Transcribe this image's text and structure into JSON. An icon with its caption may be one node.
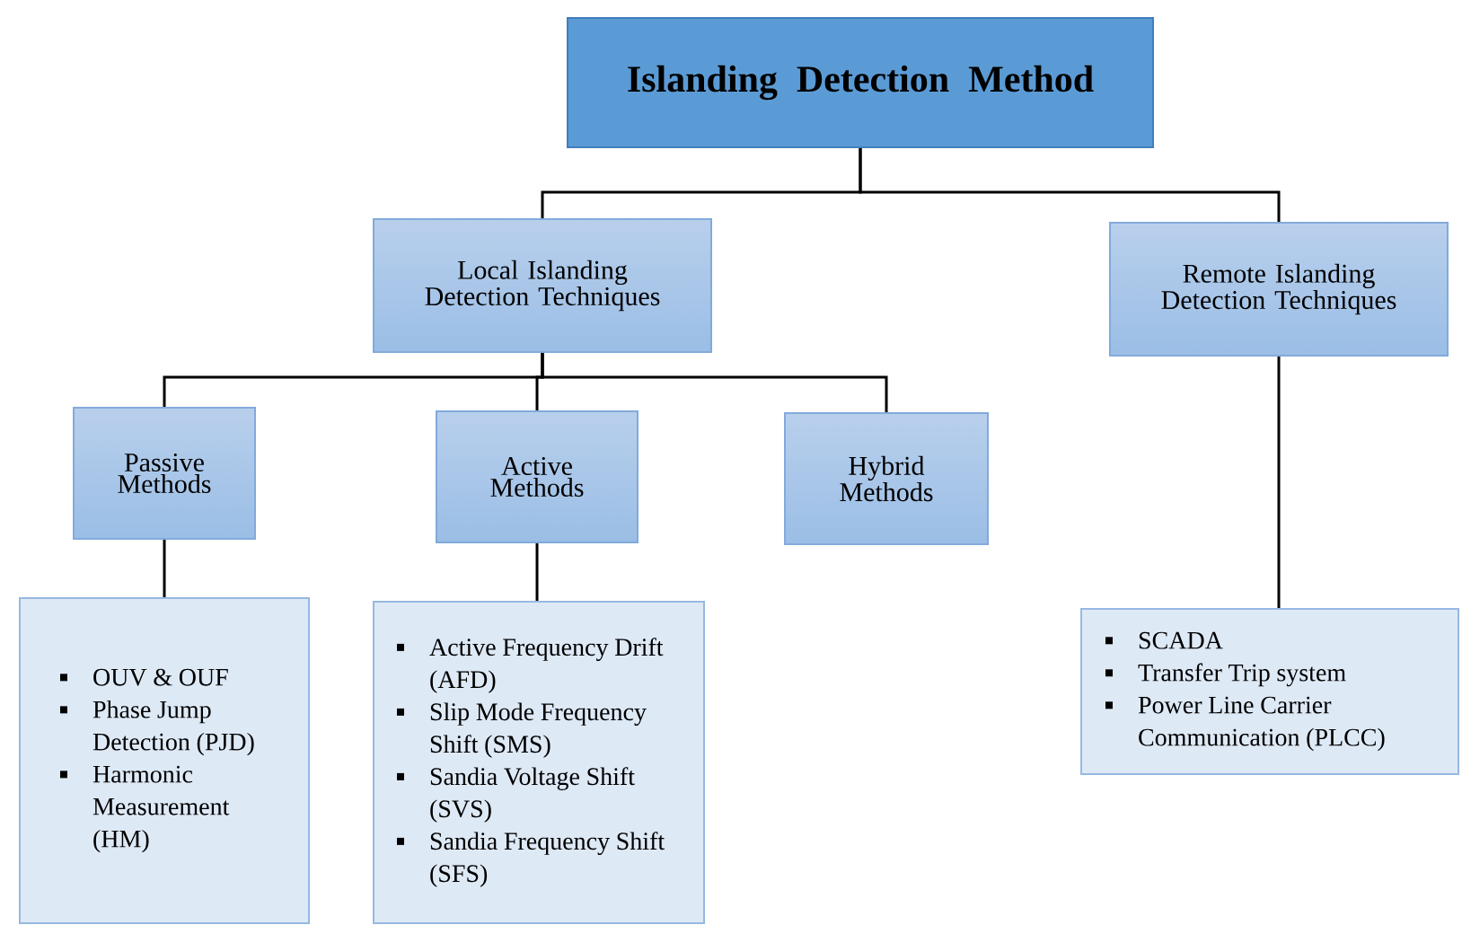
{
  "diagram": {
    "nodes": [
      {
        "text": [
          "Islanding Detection Method"
        ]
      },
      {
        "text": [
          "Local Islanding Detection Techniques"
        ]
      },
      {
        "text": [
          "Remote Islanding Detection Techniques"
        ]
      },
      {
        "text": [
          "Passive Methods"
        ]
      },
      {
        "text": [
          "Active Methods"
        ]
      },
      {
        "text": [
          "Hybrid Methods"
        ]
      },
      {
        "text": [
          "OUV & OUF",
          "Phase Jump Detection (PJD)",
          "Harmonic Measurement (HM)"
        ]
      },
      {
        "text": [
          "Active Frequency Drift (AFD)",
          "Slip Mode Frequency Shift (SMS)",
          "Sandia Voltage Shift (SVS)",
          "Sandia Frequency Shift (SFS)"
        ]
      },
      {
        "text": [
          "SCADA",
          "Transfer Trip system",
          "Power Line Carrier Communication (PLCC)"
        ]
      }
    ],
    "edges": [
      {
        "from": 0,
        "to": 1,
        "arrow": "none"
      },
      {
        "from": 0,
        "to": 2,
        "arrow": "none"
      },
      {
        "from": 1,
        "to": 3,
        "arrow": "none"
      },
      {
        "from": 1,
        "to": 4,
        "arrow": "none"
      },
      {
        "from": 1,
        "to": 5,
        "arrow": "none"
      },
      {
        "from": 3,
        "to": 6,
        "arrow": "none"
      },
      {
        "from": 4,
        "to": 7,
        "arrow": "none"
      },
      {
        "from": 2,
        "to": 8,
        "arrow": "none"
      }
    ]
  }
}
